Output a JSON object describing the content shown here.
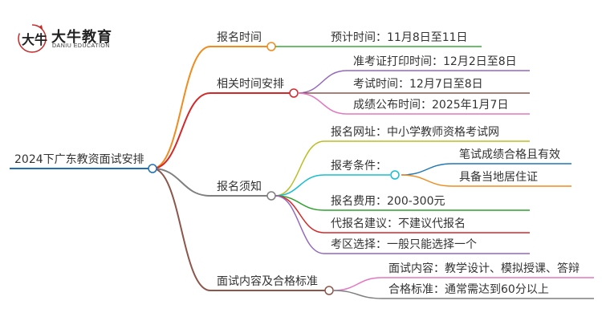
{
  "logo": {
    "glyph": "大牛",
    "title": "大牛教育",
    "subtitle": "DANIU EDUCATION"
  },
  "root": {
    "label": "2024下广东教资面试安排",
    "color": "#1f6fb5"
  },
  "branches": [
    {
      "label": "报名时间",
      "color": "#f08c1e",
      "children": [
        {
          "label": "预计时间：11月8日至11日",
          "color": "#3aa83a"
        }
      ]
    },
    {
      "label": "相关时间安排",
      "color": "#d62728",
      "children": [
        {
          "label": "准考证打印时间：12月2日至8日",
          "color": "#9467bd"
        },
        {
          "label": "考试时间：12月7日至8日",
          "color": "#8c564b"
        },
        {
          "label": "成绩公布时间：2025年1月7日",
          "color": "#e377c2"
        }
      ]
    },
    {
      "label": "报名须知",
      "color": "#7f7f7f",
      "children": [
        {
          "label": "报名网址：中小学教师资格考试网",
          "color": "#bcbd22"
        },
        {
          "label": "报考条件：",
          "color": "#17becf",
          "children": [
            {
              "label": "笔试成绩合格且有效",
              "color": "#1f77b4"
            },
            {
              "label": "具备当地居住证",
              "color": "#f08c1e"
            }
          ]
        },
        {
          "label": "报名费用：200-300元",
          "color": "#2ca02c"
        },
        {
          "label": "代报名建议：不建议代报名",
          "color": "#d62728"
        },
        {
          "label": "考区选择：一般只能选择一个",
          "color": "#9467bd"
        }
      ]
    },
    {
      "label": "面试内容及合格标准",
      "color": "#8c564b",
      "children": [
        {
          "label": "面试内容：教学设计、模拟授课、答辩",
          "color": "#e377c2"
        },
        {
          "label": "合格标准：通常需达到60分以上",
          "color": "#7f7f7f"
        }
      ]
    }
  ]
}
